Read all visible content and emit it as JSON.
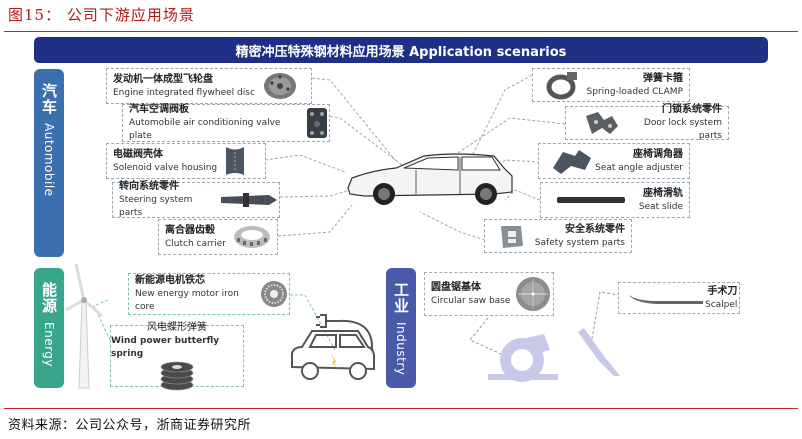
{
  "figure": {
    "title": "图15：  公司下游应用场景",
    "source": "资料来源：公司公众号，浙商证券研究所"
  },
  "banner": {
    "title": "精密冲压特殊钢材料应用场景 Application scenarios",
    "color": "#1f2f86"
  },
  "categories": [
    {
      "cn": "汽车",
      "en": "Automobile",
      "color": "#3c6fae"
    },
    {
      "cn": "能源",
      "en": "Energy",
      "color": "#39a58d"
    },
    {
      "cn": "工业",
      "en": "Industry",
      "color": "#4a5aa8"
    }
  ],
  "automobile_left": [
    {
      "cn": "发动机一体成型飞轮盘",
      "en": "Engine integrated flywheel disc",
      "icon": "flywheel-disc-icon"
    },
    {
      "cn": "汽车空调阀板",
      "en": "Automobile air conditioning valve plate",
      "icon": "valve-plate-icon"
    },
    {
      "cn": "电磁阀壳体",
      "en": "Solenoid valve housing",
      "icon": "valve-housing-icon"
    },
    {
      "cn": "转向系统零件",
      "en": "Steering system parts",
      "icon": "steering-part-icon"
    },
    {
      "cn": "离合器齿毂",
      "en": "Clutch carrier",
      "icon": "clutch-carrier-icon"
    }
  ],
  "automobile_right": [
    {
      "cn": "弹簧卡箍",
      "en": "Spring-loaded CLAMP",
      "icon": "clamp-icon"
    },
    {
      "cn": "门锁系统零件",
      "en": "Door lock system parts",
      "icon": "door-lock-part-icon"
    },
    {
      "cn": "座椅调角器",
      "en": "Seat angle adjuster",
      "icon": "seat-adjuster-icon"
    },
    {
      "cn": "座椅滑轨",
      "en": "Seat slide",
      "icon": "seat-slide-icon"
    },
    {
      "cn": "安全系统零件",
      "en": "Safety system parts",
      "icon": "safety-part-icon"
    }
  ],
  "energy": [
    {
      "cn": "新能源电机铁芯",
      "en": "New energy motor iron core",
      "icon": "motor-core-icon"
    },
    {
      "cn": "风电蝶形弹簧",
      "en": "Wind power butterfly spring",
      "icon": "butterfly-spring-icon"
    }
  ],
  "industry": [
    {
      "cn": "圆盘锯基体",
      "en": "Circular saw base",
      "icon": "saw-blade-icon"
    },
    {
      "cn": "手术刀",
      "en": "Scalpel",
      "icon": "scalpel-icon"
    }
  ]
}
